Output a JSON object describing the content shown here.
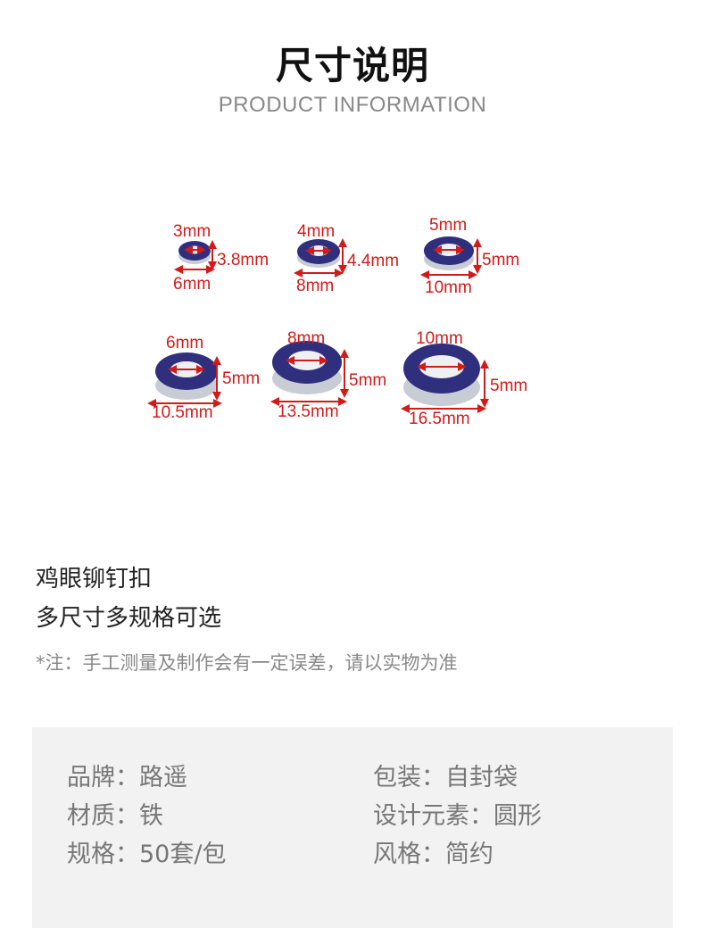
{
  "header": {
    "title": "尺寸说明",
    "subtitle": "PRODUCT INFORMATION"
  },
  "diagram": {
    "items": [
      {
        "inner": "3mm",
        "height": "3.8mm",
        "outer": "6mm"
      },
      {
        "inner": "4mm",
        "height": "4.4mm",
        "outer": "8mm"
      },
      {
        "inner": "5mm",
        "height": "5mm",
        "outer": "10mm"
      },
      {
        "inner": "6mm",
        "height": "5mm",
        "outer": "10.5mm"
      },
      {
        "inner": "8mm",
        "height": "5mm",
        "outer": "13.5mm"
      },
      {
        "inner": "10mm",
        "height": "5mm",
        "outer": "16.5mm"
      }
    ],
    "colors": {
      "ring": "#2f2f7e",
      "label": "#d11a1a",
      "metal": "#c8ccd4"
    }
  },
  "description": {
    "line1": "鸡眼铆钉扣",
    "line2": "多尺寸多规格可选",
    "note": "*注：手工测量及制作会有一定误差，请以实物为准"
  },
  "specs": {
    "brand": "品牌：路遥",
    "package": "包装：自封袋",
    "material": "材质：铁",
    "design": "设计元素：圆形",
    "size": "规格：50套/包",
    "style": "风格：简约"
  }
}
